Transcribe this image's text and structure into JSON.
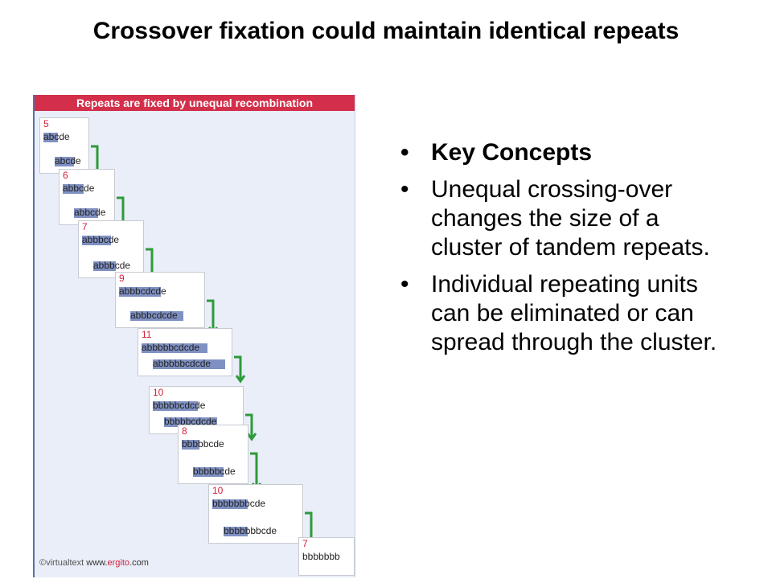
{
  "slide": {
    "title": "Crossover fixation could maintain identical repeats"
  },
  "figure": {
    "header": "Repeats are fixed by unequal recombination",
    "steps": [
      {
        "count": "5",
        "top": "abcde",
        "bottom": "abcde"
      },
      {
        "count": "6",
        "top": "abbcde",
        "bottom": "abbcde"
      },
      {
        "count": "7",
        "top": "abbbcde",
        "bottom": "abbbcde"
      },
      {
        "count": "9",
        "top": "abbbcdcde",
        "bottom": "abbbcdcde"
      },
      {
        "count": "11",
        "top": "abbbbbcdcde",
        "bottom": "abbbbbcdcde"
      },
      {
        "count": "10",
        "top": "bbbbbcdcde",
        "bottom": "bbbbbcdcde"
      },
      {
        "count": "8",
        "top": "bbbbbcde",
        "bottom": "bbbbbcde"
      },
      {
        "count": "10",
        "top": "bbbbbbbcde",
        "bottom": "bbbbbbbcde"
      },
      {
        "count": "7",
        "top": "bbbbbbb",
        "bottom": ""
      }
    ],
    "credit": {
      "prefix": "©virtualtext",
      "site_pre": "www.",
      "site_brand": "ergito",
      "site_post": ".com"
    }
  },
  "bullets": [
    "Key Concepts",
    "Unequal crossing-over changes the size of a cluster of tandem repeats.",
    "Individual repeating units can be eliminated or can spread through the cluster."
  ],
  "colors": {
    "header_bg": "#d32f4a",
    "highlight": "#7f90c2",
    "arrow_green": "#2e9b3a",
    "arrow_blue": "#6f86c6",
    "count_red": "#d21f3c"
  }
}
